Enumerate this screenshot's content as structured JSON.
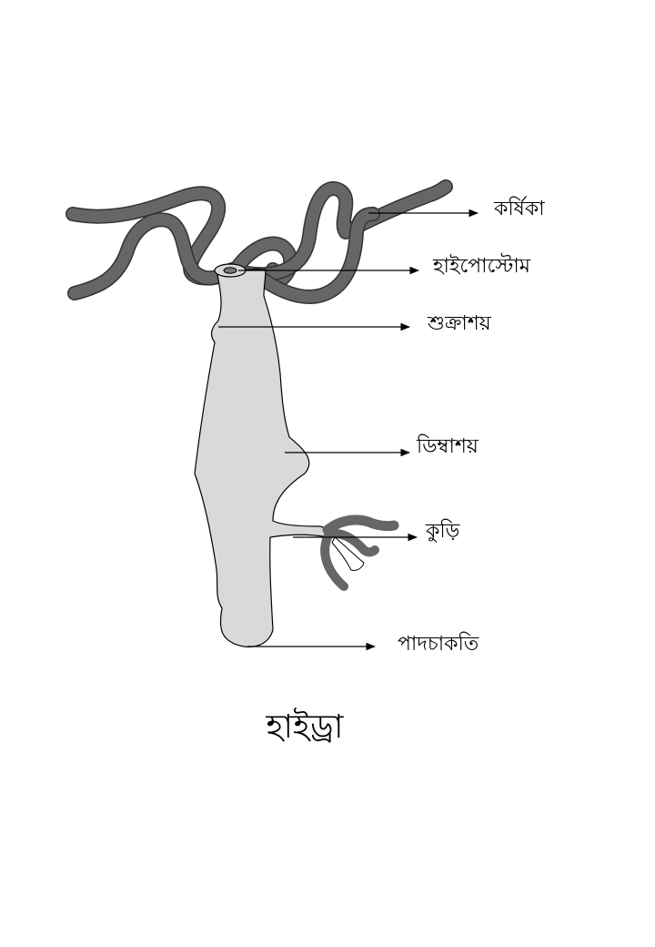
{
  "labels": {
    "tentacle": "কর্ষিকা",
    "hypostome": "হাইপোস্টোম",
    "testis": "শুক্রাশয়",
    "ovary": "ডিম্বাশয়",
    "bud": "কুড়ি",
    "basal_disc": "পাদচাকতি"
  },
  "caption": "হাইড্রা",
  "colors": {
    "body_fill": "#d9d9d9",
    "tentacle": "#666666",
    "outline": "#000000"
  }
}
